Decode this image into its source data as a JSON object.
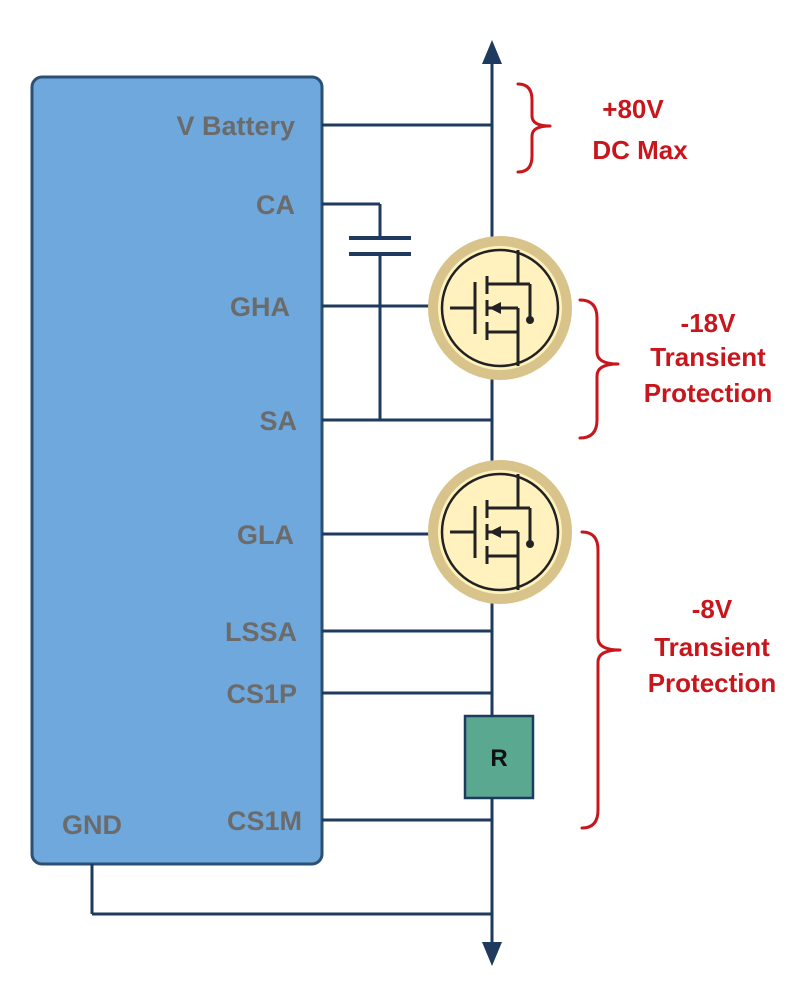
{
  "pins": {
    "v_battery": "V Battery",
    "ca": "CA",
    "gha": "GHA",
    "sa": "SA",
    "gla": "GLA",
    "lssa": "LSSA",
    "cs1p": "CS1P",
    "cs1m": "CS1M",
    "gnd": "GND"
  },
  "resistor": {
    "label": "R"
  },
  "annotations": {
    "top": {
      "line1": "+80V",
      "line2": "DC Max"
    },
    "high_side": {
      "line1": "-18V",
      "line2": "Transient",
      "line3": "Protection"
    },
    "low_side": {
      "line1": "-8V",
      "line2": "Transient",
      "line3": "Protection"
    }
  },
  "colors": {
    "chip_fill": "#6ea8dc",
    "wire": "#1f3a5f",
    "annotation": "#c8161d",
    "mosfet_fill": "#fff2bf",
    "resistor_fill": "#5aa890"
  }
}
